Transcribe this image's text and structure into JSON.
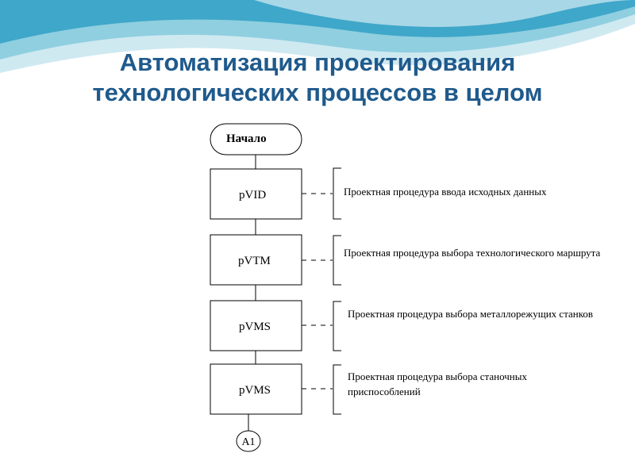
{
  "slide": {
    "title_line1": "Автоматизация проектирования",
    "title_line2": "технологических процессов в целом"
  },
  "flow": {
    "start": "Начало",
    "steps": [
      {
        "code": "pVID",
        "desc": "Проектная процедура ввода исходных данных"
      },
      {
        "code": "pVTM",
        "desc": "Проектная процедура выбора технологического маршрута"
      },
      {
        "code": "pVMS",
        "desc": "Проектная процедура выбора металлорежущих станков"
      },
      {
        "code": "pVMS",
        "desc": "Проектная процедура выбора станочных приспособлений"
      }
    ],
    "connector": "A1"
  },
  "colors": {
    "title": "#1f5a8c",
    "wave_light": "#cfe9f1",
    "wave_mid": "#8fcfe0",
    "wave_dark": "#3fa7c9"
  }
}
